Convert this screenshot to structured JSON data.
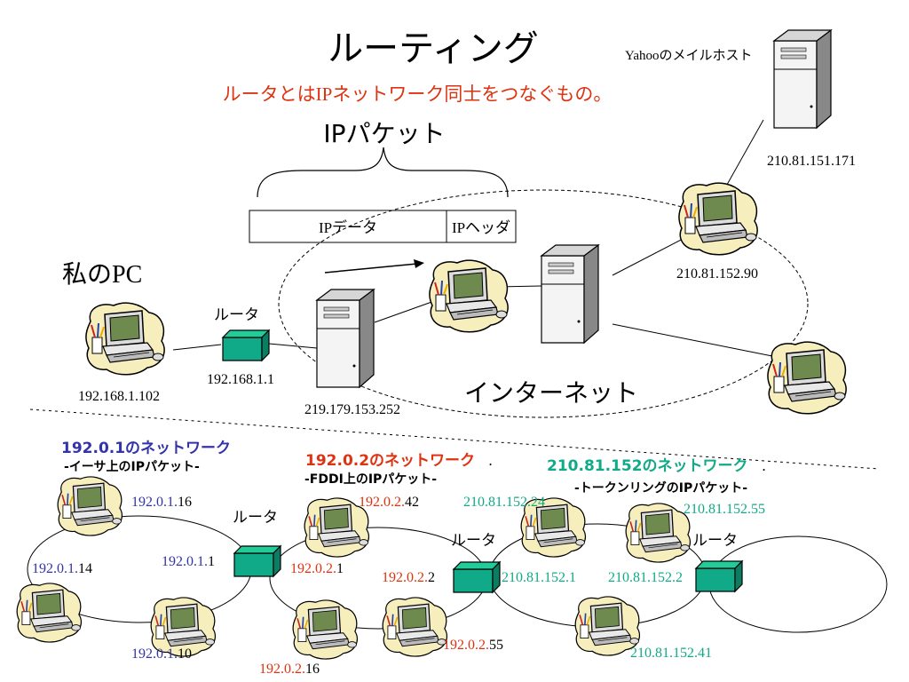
{
  "title": "ルーティング",
  "subtitle": "ルータとはIPネットワーク同士をつなぐもの。",
  "ip_packet": {
    "label": "IPパケット",
    "data_label": "IPデータ",
    "header_label": "IPヘッダ"
  },
  "labels": {
    "my_pc": "私のPC",
    "router": "ルータ",
    "internet": "インターネット",
    "yahoo_mail_host": "Yahooのメイルホスト"
  },
  "addresses": {
    "my_pc_ip": "192.168.1.102",
    "router_ip": "192.168.1.1",
    "server_ip": "219.179.153.252",
    "mail_host_ip": "210.81.151.171",
    "gateway_ip": "210.81.152.90"
  },
  "networks": [
    {
      "name": "192.0.1のネットワーク",
      "type": "-イーサ上のIPパケット-",
      "color": "#3333aa",
      "hosts": [
        {
          "prefix": "192.0.1.",
          "suffix": "16"
        },
        {
          "prefix": "192.0.1.",
          "suffix": "14"
        },
        {
          "prefix": "192.0.1.",
          "suffix": "10"
        },
        {
          "prefix": "192.0.1.",
          "suffix": "1"
        }
      ]
    },
    {
      "name": "192.0.2のネットワーク",
      "name_suffix": ".",
      "type": "-FDDI上のIPパケット-",
      "color": "#dd3311",
      "hosts": [
        {
          "prefix": "192.0.2.",
          "suffix": "42"
        },
        {
          "prefix": "192.0.2.",
          "suffix": "1"
        },
        {
          "prefix": "192.0.2.",
          "suffix": "2"
        },
        {
          "prefix": "192.0.2.",
          "suffix": "55"
        },
        {
          "prefix": "192.0.2.",
          "suffix": "16"
        }
      ]
    },
    {
      "name": "210.81.152のネットワーク",
      "name_suffix": ".",
      "type": "-トークンリングのIPパケット-",
      "color": "#11aa88",
      "hosts": [
        {
          "addr": "210.81.152.24"
        },
        {
          "addr": "210.81.152.55"
        },
        {
          "addr": "210.81.152.1"
        },
        {
          "addr": "210.81.152.2"
        },
        {
          "addr": "210.81.152.41"
        }
      ]
    }
  ]
}
